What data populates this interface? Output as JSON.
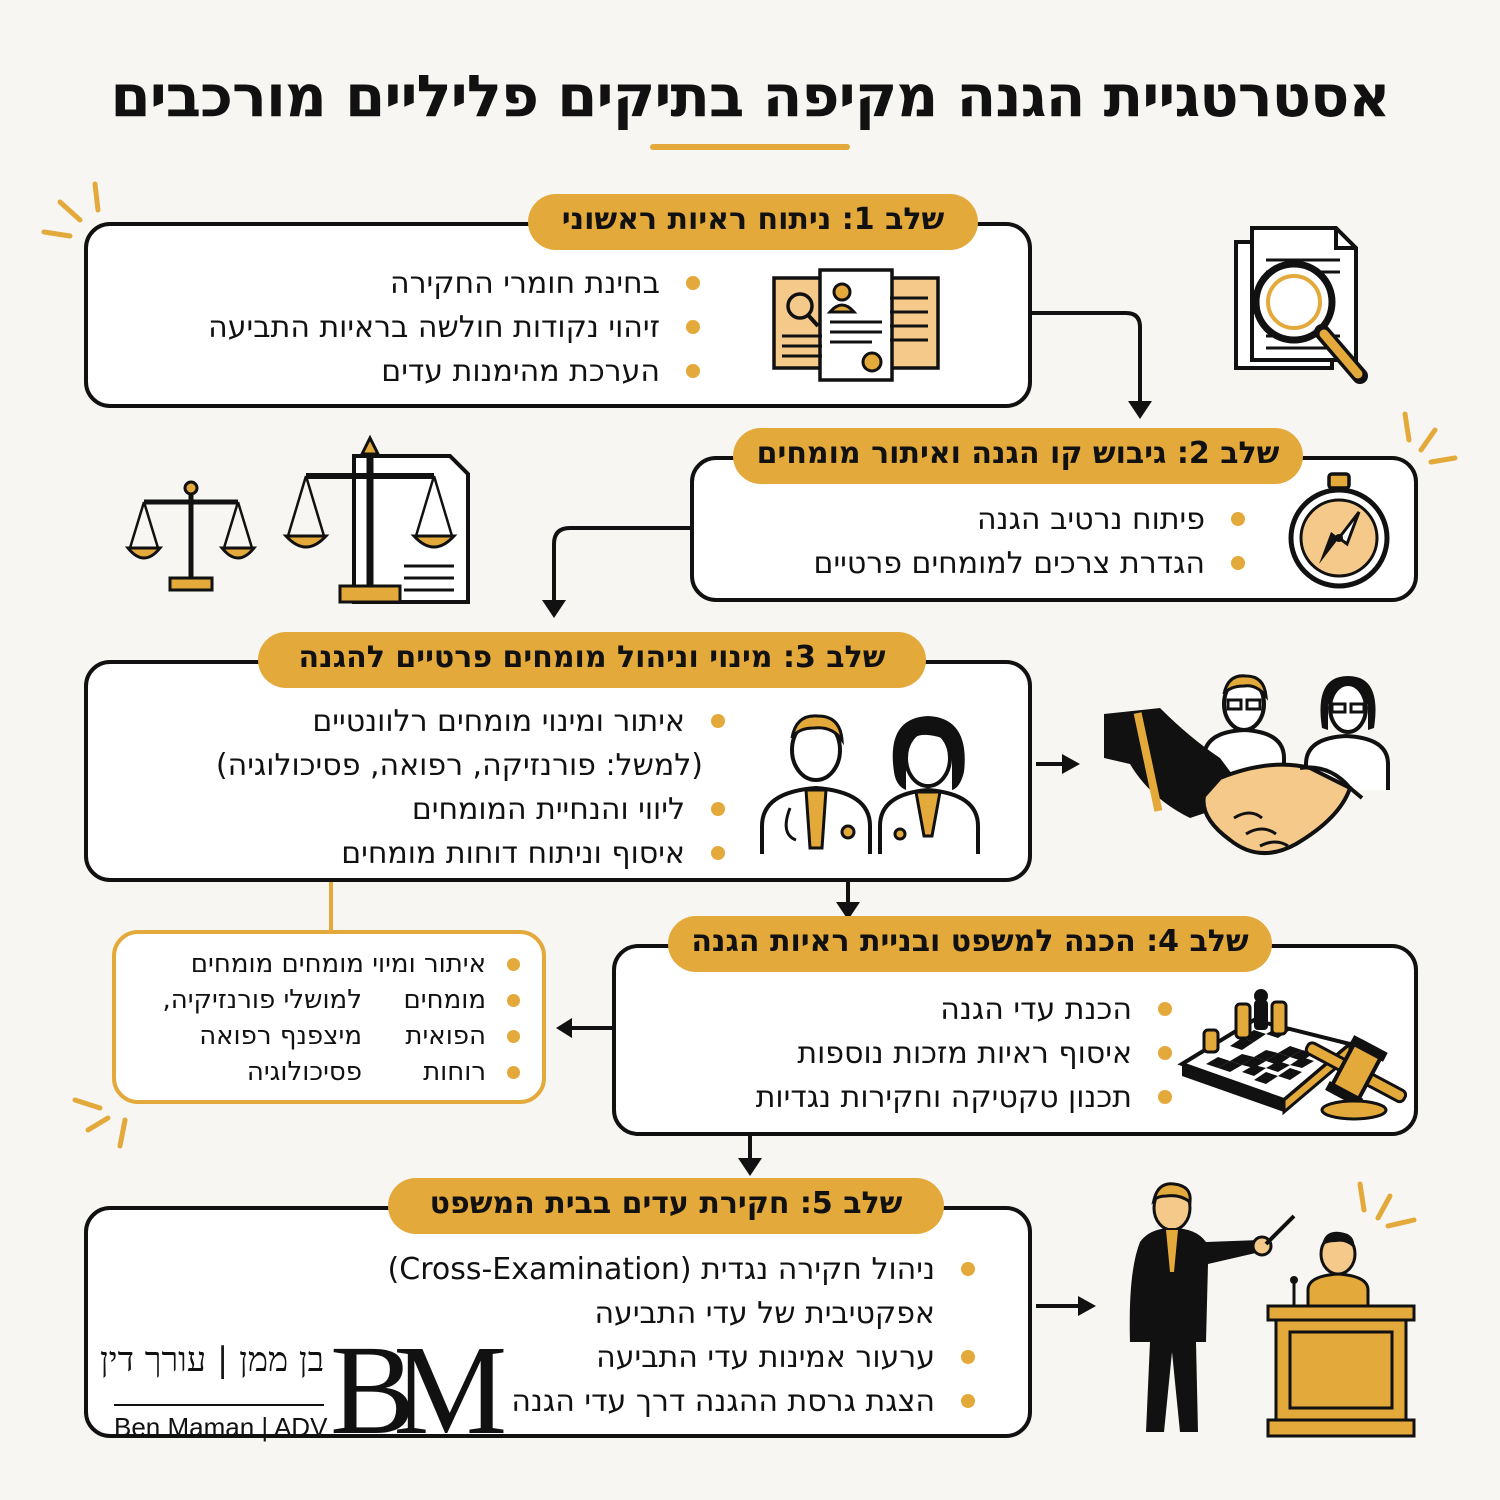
{
  "title": "אסטרטגיית הגנה מקיפה בתיקים פליליים מורכבים",
  "colors": {
    "accent": "#e3a93a",
    "ink": "#111111",
    "skin": "#f4c98a"
  },
  "stages": [
    {
      "label": "שלב 1: ניתוח ראיות ראשוני",
      "items": [
        "בחינת חומרי החקירה",
        "זיהוי נקודות חולשה בראיות התביעה",
        "הערכת מהימנות עדים"
      ],
      "icon": "documents-icon"
    },
    {
      "label": "שלב 2: גיבוש קו הגנה ואיתור מומחים",
      "items": [
        "פיתוח נרטיב הגנה",
        "הגדרת צרכים למומחים פרטיים"
      ],
      "icon": "compass-icon"
    },
    {
      "label": "שלב 3: מינוי וניהול מומחים פרטיים להגנה",
      "items": [
        "איתור ומינוי מומחים רלוונטיים",
        "(למשל: פורנזיקה, רפואה, פסיכולוגיה)",
        "ליווי והנחיית המומחים",
        "איסוף וניתוח דוחות מומחים"
      ],
      "icon": "doctors-icon"
    },
    {
      "label": "שלב 4: הכנה למשפט ובניית ראיות הגנה",
      "items": [
        "הכנת עדי הגנה",
        "איסוף ראיות מזכות נוספות",
        "תכנון טקטיקה וחקירות נגדיות"
      ],
      "icon": "chess-gavel-icon"
    },
    {
      "label": "שלב 5: חקירת עדים בבית המשפט",
      "items": [
        "ניהול חקירה נגדית (Cross-Examination)",
        "אפקטיבית של עדי התביעה",
        "ערעור אמינות עדי התביעה",
        "הצגת גרסת ההגנה דרך עדי הגנה"
      ],
      "icon": "courtroom-icon"
    }
  ],
  "side_box": {
    "col_right": [
      "איתור ומיוי מומחים מומחים",
      "מומחים",
      "הפואית",
      "רוחות"
    ],
    "col_left": [
      "למושלי פורנזיקיה,",
      "מיצפנף רפואה",
      "פסיכולוגיה"
    ]
  },
  "logo": {
    "hebrew": "בן ממן | עורך דין",
    "english": "Ben Maman | ADV",
    "monogram": "BM"
  }
}
